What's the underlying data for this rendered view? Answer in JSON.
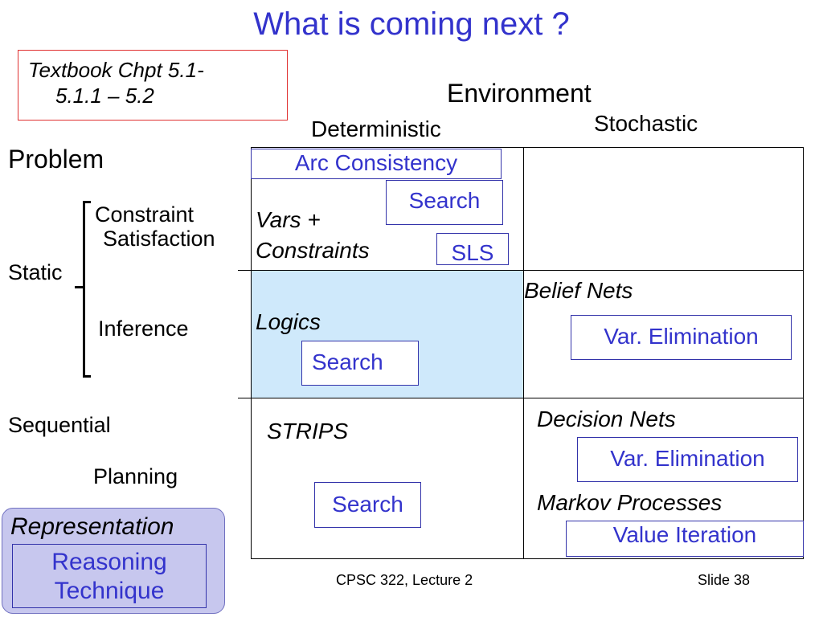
{
  "title": "What is coming next ?",
  "reference": {
    "line1": "Textbook Chpt 5.1-",
    "line2": "5.1.1 – 5.2"
  },
  "environment": {
    "label": "Environment",
    "deterministic": "Deterministic",
    "stochastic": "Stochastic"
  },
  "problem": {
    "label": "Problem",
    "static": "Static",
    "constraint_satisfaction": [
      "Constraint",
      "Satisfaction"
    ],
    "inference": "Inference",
    "sequential": "Sequential",
    "planning": "Planning"
  },
  "cells": {
    "csp": {
      "arc_consistency": "Arc Consistency",
      "representation": [
        "Vars +",
        "Constraints"
      ],
      "search": "Search",
      "sls": "SLS"
    },
    "logics": {
      "representation": "Logics",
      "search": "Search"
    },
    "belief_nets": {
      "representation": "Belief Nets",
      "technique": "Var. Elimination"
    },
    "strips": {
      "representation": "STRIPS",
      "search": "Search"
    },
    "decision_nets": {
      "representation": "Decision Nets",
      "technique": "Var. Elimination"
    },
    "markov": {
      "representation": "Markov Processes",
      "technique": "Value Iteration"
    }
  },
  "legend": {
    "representation": "Representation",
    "reasoning_technique": "Reasoning Technique"
  },
  "footer": {
    "course": "CPSC 322, Lecture 2",
    "slide": "Slide 38"
  },
  "colors": {
    "accent_blue": "#3333cc",
    "shade": "#cfe9fb",
    "legend_bg": "#c7c7ee",
    "ref_border": "#e03030"
  }
}
